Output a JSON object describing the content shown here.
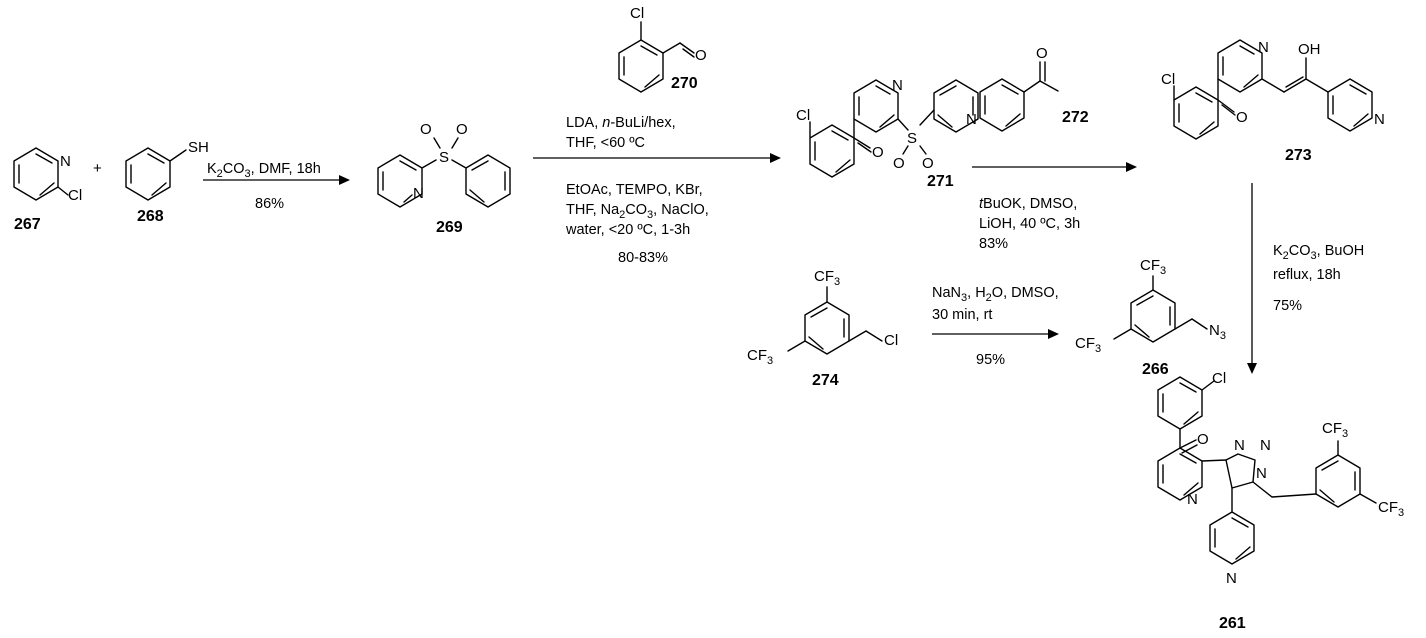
{
  "compounds": {
    "c267": {
      "label": "267",
      "atoms": {
        "n": "N",
        "cl": "Cl"
      }
    },
    "c268": {
      "label": "268",
      "atoms": {
        "sh": "SH"
      }
    },
    "c269": {
      "label": "269",
      "atoms": {
        "o1": "O",
        "o2": "O",
        "s": "S",
        "n": "N"
      }
    },
    "c270": {
      "label": "270",
      "atoms": {
        "cl": "Cl",
        "o": "O"
      }
    },
    "c271": {
      "label": "271",
      "atoms": {
        "n": "N",
        "s": "S",
        "o1": "O",
        "o2": "O",
        "cl": "Cl",
        "o3": "O"
      }
    },
    "c272": {
      "label": "272",
      "atoms": {
        "o": "O",
        "n": "N"
      }
    },
    "c273": {
      "label": "273",
      "atoms": {
        "n": "N",
        "oh": "OH",
        "cl": "Cl",
        "o": "O",
        "n2": "N"
      }
    },
    "c274": {
      "label": "274",
      "atoms": {
        "cf3a": "CF3",
        "cf3b": "CF3",
        "cl": "Cl"
      }
    },
    "c266": {
      "label": "266",
      "atoms": {
        "cf3a": "CF3",
        "cf3b": "CF3",
        "n3": "N3"
      }
    },
    "c261": {
      "label": "261",
      "atoms": {
        "cl": "Cl",
        "o": "O",
        "n1": "N",
        "n2": "N",
        "n3": "N",
        "cf3a": "CF3",
        "cf3b": "CF3",
        "npy": "N",
        "npy2": "N"
      }
    }
  },
  "plus_sign": "+",
  "steps": {
    "s1": {
      "conditions_above": "K2CO3, DMF, 18h",
      "yield": "86%"
    },
    "s2": {
      "above_line1": "LDA, n-BuLi/hex,",
      "above_line2": "THF, <60 ºC",
      "below_line1": "EtOAc, TEMPO, KBr,",
      "below_line2": "THF, Na2CO3, NaClO,",
      "below_line3": "water, <20 ºC, 1-3h",
      "yield": "80-83%"
    },
    "s3": {
      "below_line1": "tBuOK, DMSO,",
      "below_line2": "LiOH, 40 ºC, 3h",
      "yield": "83%"
    },
    "s4": {
      "above_line1": "NaN3, H2O, DMSO,",
      "above_line2": "30 min, rt",
      "yield": "95%"
    },
    "s5": {
      "line1": "K2CO3, BuOH",
      "line2": "reflux, 18h",
      "yield": "75%"
    }
  }
}
